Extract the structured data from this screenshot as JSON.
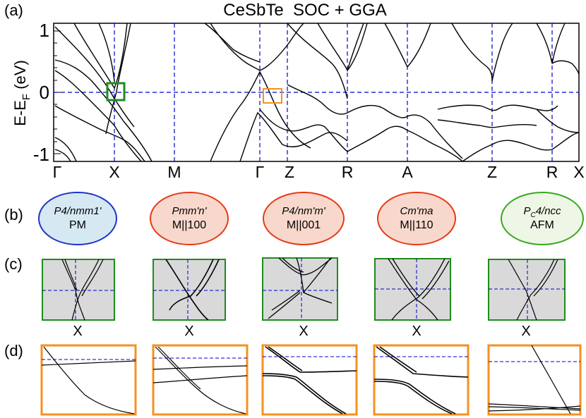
{
  "colors": {
    "band": "#000000",
    "guide": "#0000cc",
    "green_box": "#1e8c1e",
    "orange_box": "#f39221",
    "panel_bg": "#d9d9d9",
    "pm_fill": "#d6e9f3",
    "pm_border": "#1f33c8",
    "fm_fill": "#f8d8cc",
    "fm_border": "#e63a17",
    "afm_fill": "#eef6e6",
    "afm_border": "#3aa81d"
  },
  "panel_a": {
    "label": "(a)",
    "title": "CeSbTe  SOC + GGA",
    "ylabel_main": "E-E",
    "ylabel_sub": "F",
    "ylabel_unit": " (eV)",
    "yticks": [
      "1",
      "0",
      "-1"
    ],
    "kpoints": [
      "Γ",
      "X",
      "M",
      "Γ",
      "Z",
      "R",
      "A",
      "Z",
      "R",
      "X"
    ]
  },
  "panel_b": {
    "label": "(b)",
    "groups": [
      {
        "symbol": "P4/nmm1'",
        "phase": "PM",
        "kind": "pm"
      },
      {
        "symbol": "Pmm'n'",
        "phase": "M||100",
        "kind": "fm"
      },
      {
        "symbol": "P4/nm'm'",
        "phase": "M||001",
        "kind": "fm"
      },
      {
        "symbol": "Cm'ma",
        "phase": "M||110",
        "kind": "fm"
      },
      {
        "symbol_main": "P",
        "symbol_sub": "C",
        "symbol_rest": "4/ncc",
        "phase": "AFM",
        "kind": "afm"
      }
    ]
  },
  "panel_c": {
    "label": "(c)",
    "xlabels": [
      "X",
      "X",
      "X",
      "X",
      "X"
    ]
  },
  "panel_d": {
    "label": "(d)"
  }
}
